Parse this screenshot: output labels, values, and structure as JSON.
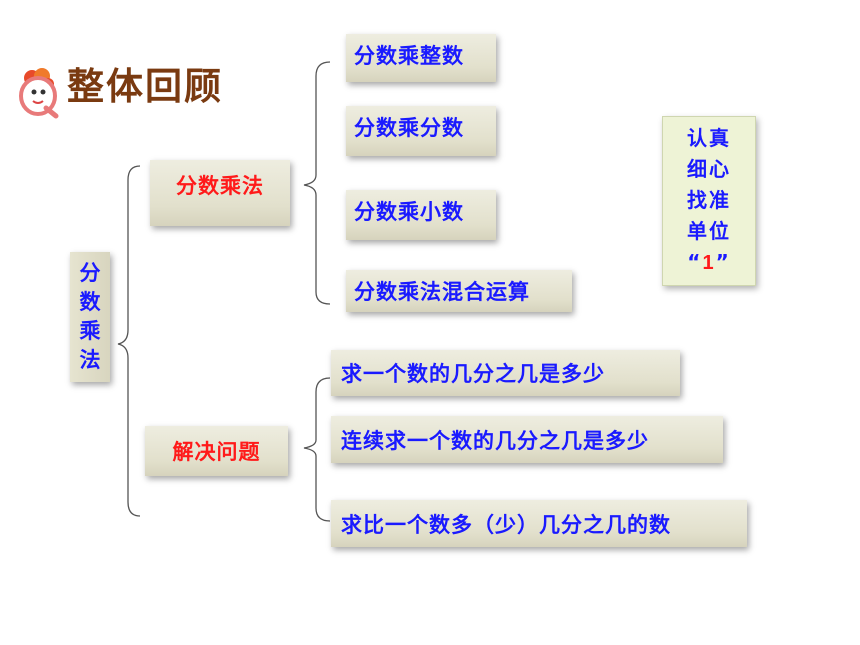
{
  "header": {
    "title": "整体回顾"
  },
  "root": {
    "chars": [
      "分",
      "数",
      "乘",
      "法"
    ]
  },
  "branches": {
    "multiply": {
      "label": "分数乘法",
      "items": [
        "分数乘整数",
        "分数乘分数",
        "分数乘小数",
        "分数乘法混合运算"
      ]
    },
    "solve": {
      "label": "解决问题",
      "items": [
        "求一个数的几分之几是多少",
        "连续求一个数的几分之几是多少",
        "求比一个数多（少）几分之几的数"
      ]
    }
  },
  "note": {
    "lines": [
      "认真",
      "细心",
      "找准",
      "单位"
    ],
    "quote_open": "“",
    "quote_value": "1",
    "quote_close": "”"
  },
  "colors": {
    "node_text": "#1a1aff",
    "branch_text": "#ff1a1a",
    "title_text": "#7a3a10",
    "note_bg": "#eef3d6"
  }
}
